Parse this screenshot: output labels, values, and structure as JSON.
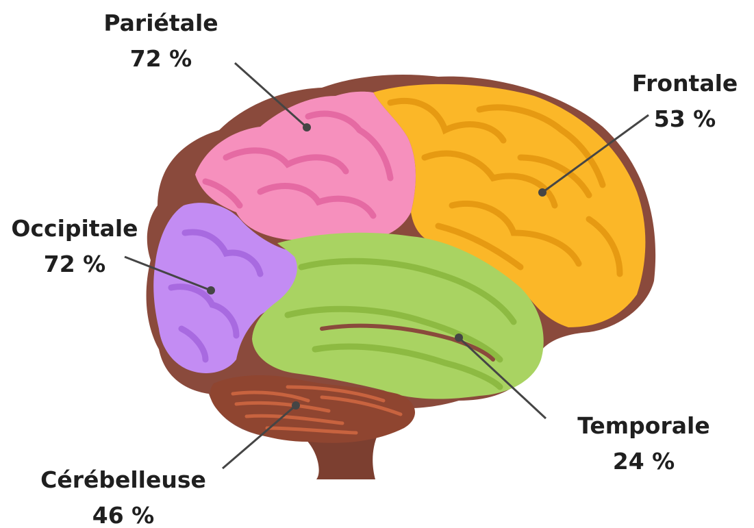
{
  "lobes": {
    "parietal": {
      "name": "Pariétale",
      "value": "72 %",
      "color": "#f690bd"
    },
    "frontal": {
      "name": "Frontale",
      "value": "53 %",
      "color": "#fbb728"
    },
    "occipital": {
      "name": "Occipitale",
      "value": "72 %",
      "color": "#c38cf3"
    },
    "temporal": {
      "name": "Temporale",
      "value": "24 %",
      "color": "#a9d362"
    },
    "cerebellar": {
      "name": "Cérébelleuse",
      "value": "46 %",
      "color": "#8f4530"
    }
  },
  "colors": {
    "outline": "#8a4a3c",
    "brainstem": "#7c3f30",
    "leader_line": "#454545",
    "text": "#1f1f1f"
  }
}
